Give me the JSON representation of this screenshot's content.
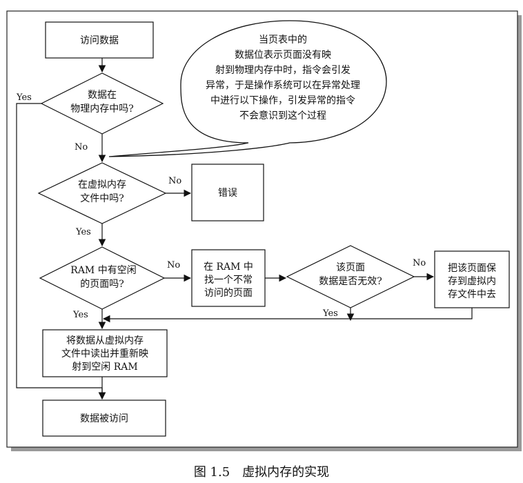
{
  "diagram": {
    "nodes": {
      "access_data": "访问数据",
      "in_memory": [
        "数据在",
        "物理内存中吗?"
      ],
      "in_vfile": [
        "在虚拟内存",
        "文件中吗?"
      ],
      "error": "错误",
      "free_page": [
        "RAM 中有空闲",
        "的页面吗?"
      ],
      "find_page": [
        "在 RAM 中",
        "找一个不常",
        "访问的页面"
      ],
      "invalid": [
        "该页面",
        "数据是否无效?"
      ],
      "save_page": [
        "把该页面保",
        "存到虚拟内",
        "存文件中去"
      ],
      "read_remap": [
        "将数据从虚拟内存",
        "文件中读出并重新映",
        "射到空闲 RAM"
      ],
      "accessed": "数据被访问",
      "bubble": [
        "当页表中的",
        "数据位表示页面没有映",
        "射到物理内存中时，指令会引发",
        "异常，于是操作系统可以在异常处理",
        "中进行以下操作，引发异常的指令",
        "不会意识到这个过程"
      ]
    },
    "edges": {
      "yes": "Yes",
      "no": "No"
    },
    "caption": "图 1.5　虚拟内存的实现"
  }
}
